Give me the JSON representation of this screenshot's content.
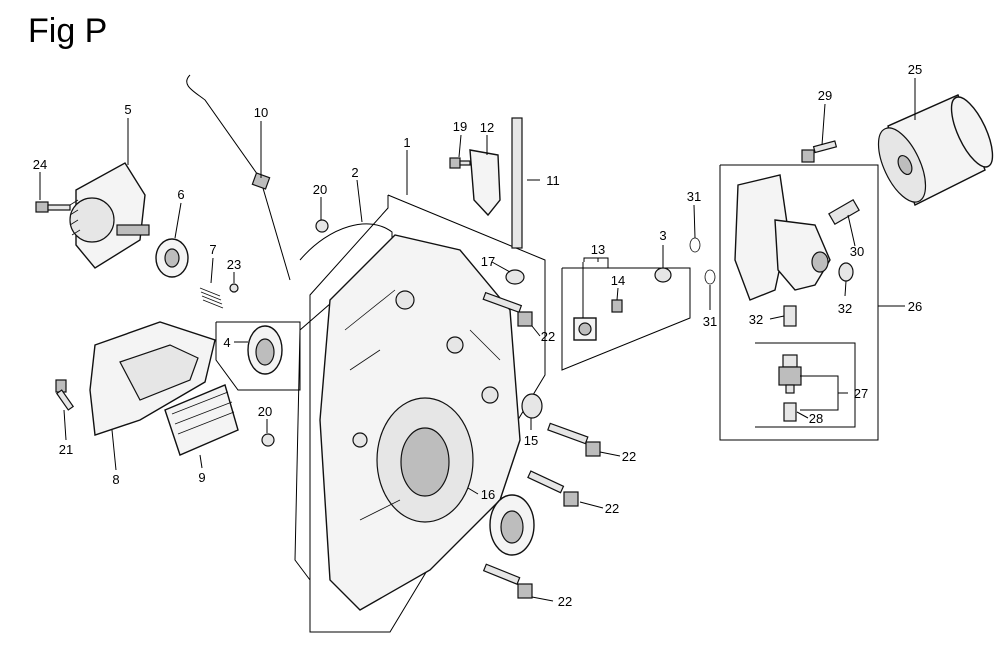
{
  "title": "Fig P",
  "callouts": {
    "c1": "1",
    "c2": "2",
    "c3": "3",
    "c4": "4",
    "c5": "5",
    "c6": "6",
    "c7": "7",
    "c8": "8",
    "c9": "9",
    "c10": "10",
    "c11": "11",
    "c12": "12",
    "c13": "13",
    "c14": "14",
    "c15": "15",
    "c16": "16",
    "c17": "17",
    "c19": "19",
    "c20a": "20",
    "c20b": "20",
    "c21": "21",
    "c22a": "22",
    "c22b": "22",
    "c22c": "22",
    "c22d": "22",
    "c23": "23",
    "c24": "24",
    "c25": "25",
    "c26": "26",
    "c27": "27",
    "c28": "28",
    "c29": "29",
    "c30": "30",
    "c31a": "31",
    "c31b": "31",
    "c32a": "32",
    "c32b": "32"
  }
}
